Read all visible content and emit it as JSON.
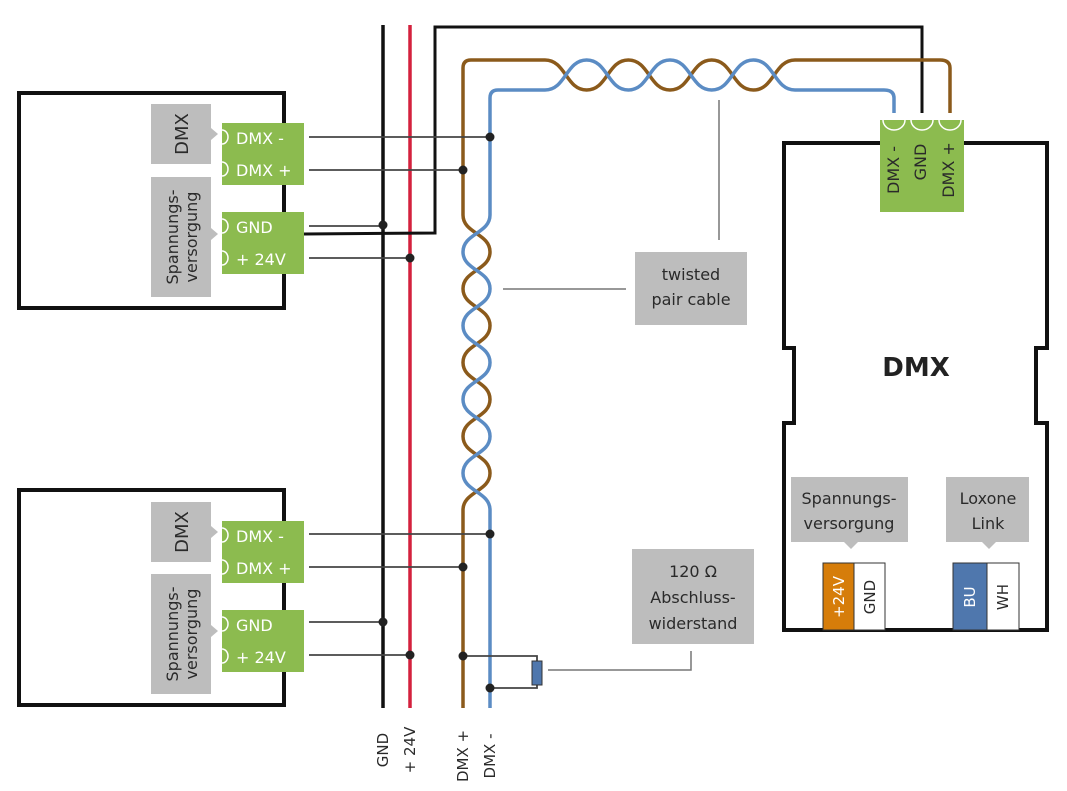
{
  "colors": {
    "wire_gnd": "#111111",
    "wire_24v": "#d4213d",
    "wire_dmx_plus": "#8b5a1b",
    "wire_dmx_minus": "#5b8cc4",
    "terminal_green": "#8cbb4f",
    "label_gray": "#bdbdbd",
    "terminal_24v": "#d67d0a",
    "terminal_bu": "#4f77ad"
  },
  "devices": [
    {
      "dmx_tag": "DMX",
      "power_tag": "Spannungs- versorgung",
      "power_tag_lines": [
        "Spannungs-",
        "versorgung"
      ],
      "dmx_terminals": [
        "DMX -",
        "DMX +"
      ],
      "power_terminals": [
        "GND",
        "+ 24V"
      ]
    },
    {
      "dmx_tag": "DMX",
      "power_tag": "Spannungs- versorgung",
      "power_tag_lines": [
        "Spannungs-",
        "versorgung"
      ],
      "dmx_terminals": [
        "DMX -",
        "DMX +"
      ],
      "power_terminals": [
        "GND",
        "+ 24V"
      ]
    }
  ],
  "bus_labels": [
    "GND",
    "+ 24V",
    "DMX +",
    "DMX -"
  ],
  "callouts": {
    "twisted_pair": [
      "twisted",
      "pair cable"
    ],
    "terminator": [
      "120 Ω",
      "Abschluss-",
      "widerstand"
    ]
  },
  "dmx_module": {
    "title": "DMX",
    "connector_terminals": [
      "DMX -",
      "GND",
      "DMX +"
    ],
    "power_tag": [
      "Spannungs-",
      "versorgung"
    ],
    "power_terminals": [
      "+24V",
      "GND"
    ],
    "link_tag": [
      "Loxone",
      "Link"
    ],
    "link_terminals": [
      "BU",
      "WH"
    ]
  }
}
